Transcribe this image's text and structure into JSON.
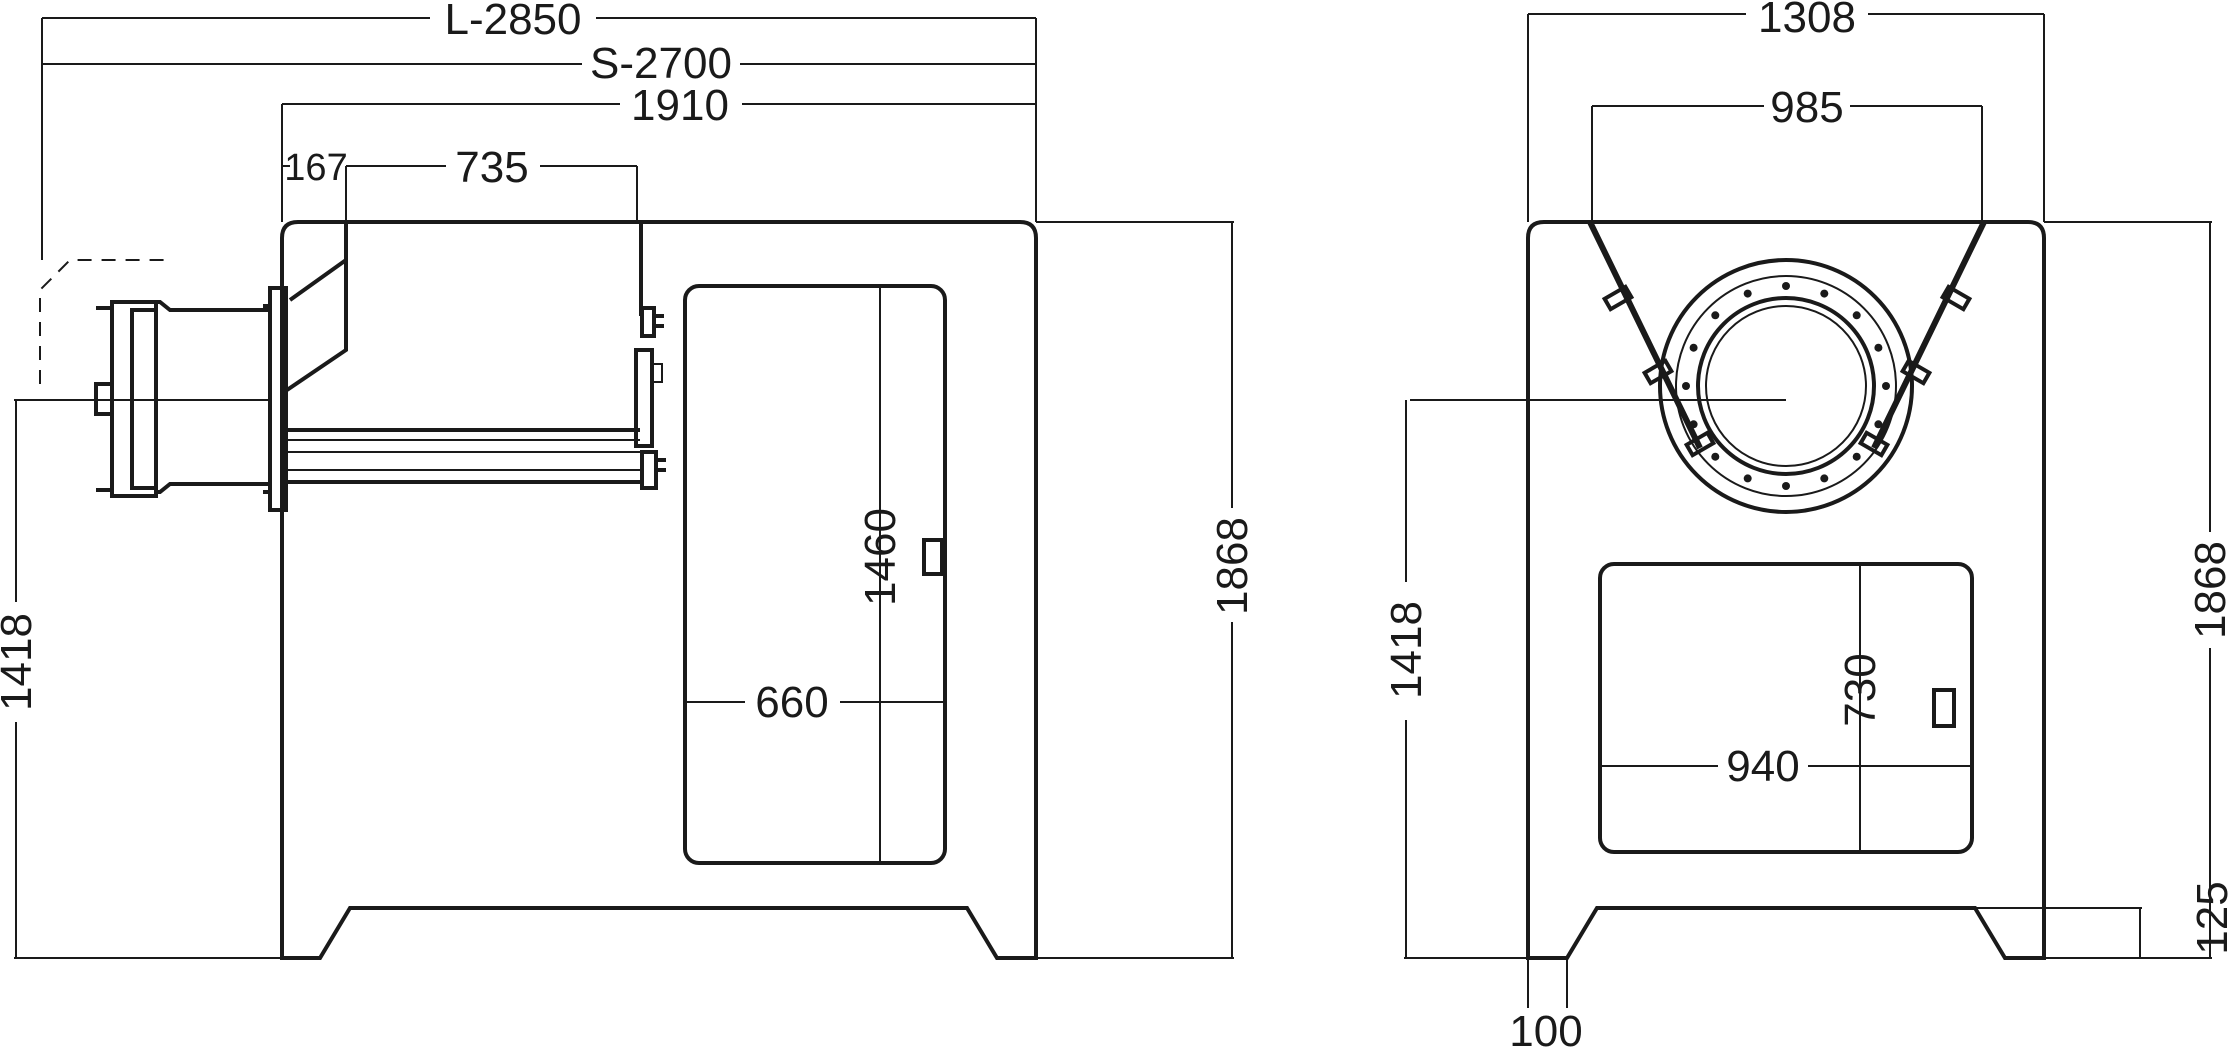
{
  "side_view": {
    "dimensions": {
      "overall_length": "L-2850",
      "short_length": "S-2700",
      "body_length": "1910",
      "flange_offset": "167",
      "drum_length": "735",
      "door_height": "1460",
      "door_width": "660",
      "overall_height": "1868",
      "axis_height": "1418"
    }
  },
  "front_view": {
    "dimensions": {
      "overall_width": "1308",
      "hopper_width": "985",
      "axis_height": "1418",
      "door_height": "730",
      "door_width": "940",
      "overall_height": "1868",
      "leg_height": "125",
      "leg_width": "100"
    }
  }
}
